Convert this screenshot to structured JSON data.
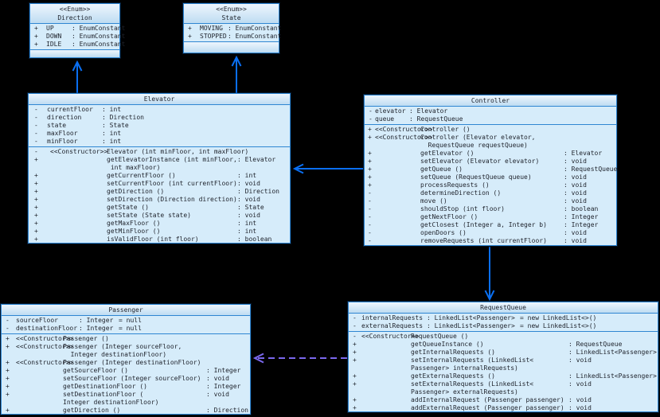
{
  "diagram": {
    "colors": {
      "box_border": "#2f86d2",
      "title_grad_top": "#eef6fd",
      "title_grad_bottom": "#bedcf2",
      "body_bg": "#d6ecfa",
      "text": "#1e222b",
      "solid_arrow": "#0a6ff2",
      "dashed_arrow": "#7b68ee",
      "background": "#000000"
    },
    "classes": {
      "direction": {
        "stereotype": "<<Enum>>",
        "name": "Direction",
        "attributes": [
          {
            "vis": "+",
            "name": "UP",
            "type": ": EnumConstant"
          },
          {
            "vis": "+",
            "name": "DOWN",
            "type": ": EnumConstant"
          },
          {
            "vis": "+",
            "name": "IDLE",
            "type": ": EnumConstant"
          }
        ],
        "methods": []
      },
      "state": {
        "stereotype": "<<Enum>>",
        "name": "State",
        "attributes": [
          {
            "vis": "+",
            "name": "MOVING",
            "type": ": EnumConstant"
          },
          {
            "vis": "+",
            "name": "STOPPED",
            "type": ": EnumConstant"
          }
        ],
        "methods": []
      },
      "elevator": {
        "name": "Elevator",
        "attributes": [
          {
            "vis": "-",
            "name": "currentFloor",
            "type": ": int"
          },
          {
            "vis": "-",
            "name": "direction",
            "type": ": Direction"
          },
          {
            "vis": "-",
            "name": "state",
            "type": ": State"
          },
          {
            "vis": "-",
            "name": "maxFloor",
            "type": ": int"
          },
          {
            "vis": "-",
            "name": "minFloor",
            "type": ": int"
          }
        ],
        "methods": [
          {
            "vis": "-",
            "stereo": "<<Constructor>>",
            "sig": "Elevator (int minFloor, int maxFloor)",
            "ret": ""
          },
          {
            "vis": "+",
            "sig": "getElevatorInstance (int minFloor,\n int maxFloor)",
            "ret": ": Elevator"
          },
          {
            "vis": "+",
            "sig": "getCurrentFloor ()",
            "ret": ": int"
          },
          {
            "vis": "+",
            "sig": "setCurrentFloor (int currentFloor)",
            "ret": ": void"
          },
          {
            "vis": "+",
            "sig": "getDirection ()",
            "ret": ": Direction"
          },
          {
            "vis": "+",
            "sig": "setDirection (Direction direction)",
            "ret": ": void"
          },
          {
            "vis": "+",
            "sig": "getState ()",
            "ret": ": State"
          },
          {
            "vis": "+",
            "sig": "setState (State state)",
            "ret": ": void"
          },
          {
            "vis": "+",
            "sig": "getMaxFloor ()",
            "ret": ": int"
          },
          {
            "vis": "+",
            "sig": "getMinFloor ()",
            "ret": ": int"
          },
          {
            "vis": "+",
            "sig": "isValidFloor (int floor)",
            "ret": ": boolean"
          }
        ]
      },
      "controller": {
        "name": "Controller",
        "attributes": [
          {
            "vis": "-",
            "name": "elevator",
            "type": ": Elevator"
          },
          {
            "vis": "-",
            "name": "queue",
            "type": ": RequestQueue"
          }
        ],
        "methods": [
          {
            "vis": "+",
            "stereo": "<<Constructor>>",
            "sig": "Controller ()",
            "ret": ""
          },
          {
            "vis": "+",
            "stereo": "<<Constructor>>",
            "sig": "Controller (Elevator elevator,\n  RequestQueue requestQueue)",
            "ret": ""
          },
          {
            "vis": "+",
            "sig": "getElevator ()",
            "ret": ": Elevator"
          },
          {
            "vis": "+",
            "sig": "setElevator (Elevator elevator)",
            "ret": ": void"
          },
          {
            "vis": "+",
            "sig": "getQueue ()",
            "ret": ": RequestQueue"
          },
          {
            "vis": "+",
            "sig": "setQueue (RequestQueue queue)",
            "ret": ": void"
          },
          {
            "vis": "+",
            "sig": "processRequests ()",
            "ret": ": void"
          },
          {
            "vis": "-",
            "sig": "determineDirection ()",
            "ret": ": void"
          },
          {
            "vis": "-",
            "sig": "move ()",
            "ret": ": void"
          },
          {
            "vis": "-",
            "sig": "shouldStop (int floor)",
            "ret": ": boolean"
          },
          {
            "vis": "-",
            "sig": "getNextFloor ()",
            "ret": ": Integer"
          },
          {
            "vis": "-",
            "sig": "getClosest (Integer a, Integer b)",
            "ret": ": Integer"
          },
          {
            "vis": "-",
            "sig": "openDoors ()",
            "ret": ": void"
          },
          {
            "vis": "-",
            "sig": "removeRequests (int currentFloor)",
            "ret": ": void"
          }
        ]
      },
      "passenger": {
        "name": "Passenger",
        "attributes": [
          {
            "vis": "-",
            "name": "sourceFloor",
            "type": ": Integer",
            "init": "= null"
          },
          {
            "vis": "-",
            "name": "destinationFloor",
            "type": ": Integer",
            "init": "= null"
          }
        ],
        "methods": [
          {
            "vis": "+",
            "stereo": "<<Constructor>>",
            "sig": "Passenger ()",
            "ret": ""
          },
          {
            "vis": "+",
            "stereo": "<<Constructor>>",
            "sig": "Passenger (Integer sourceFloor,\n  Integer destinationFloor)",
            "ret": ""
          },
          {
            "vis": "+",
            "stereo": "<<Constructor>>",
            "sig": "Passenger (Integer destinationFloor)",
            "ret": ""
          },
          {
            "vis": "+",
            "sig": "getSourceFloor ()",
            "ret": ": Integer"
          },
          {
            "vis": "+",
            "sig": "setSourceFloor (Integer sourceFloor)",
            "ret": ": void"
          },
          {
            "vis": "+",
            "sig": "getDestinationFloor ()",
            "ret": ": Integer"
          },
          {
            "vis": "+",
            "sig": "setDestinationFloor (\nInteger destinationFloor)",
            "ret": ": void"
          },
          {
            "vis": "+",
            "sig": "getDirection ()",
            "ret": ": Direction"
          }
        ]
      },
      "requestqueue": {
        "name": "RequestQueue",
        "attributes": [
          {
            "vis": "-",
            "name": "internalRequests",
            "type": ": LinkedList<Passenger>",
            "init": "= new LinkedList<>()"
          },
          {
            "vis": "-",
            "name": "externalRequests",
            "type": ": LinkedList<Passenger>",
            "init": "= new LinkedList<>()"
          }
        ],
        "methods": [
          {
            "vis": "-",
            "stereo": "<<Constructor>>",
            "sig": "RequestQueue ()",
            "ret": ""
          },
          {
            "vis": "+",
            "sig": "getQueueInstance ()",
            "ret": ": RequestQueue"
          },
          {
            "vis": "+",
            "sig": "getInternalRequests ()",
            "ret": ": LinkedList<Passenger>"
          },
          {
            "vis": "+",
            "sig": "setInternalRequests (LinkedList<\nPassenger> internalRequests)",
            "ret": ": void"
          },
          {
            "vis": "+",
            "sig": "getExternalRequests ()",
            "ret": ": LinkedList<Passenger>"
          },
          {
            "vis": "+",
            "sig": "setExternalRequests (LinkedList<\nPassenger> externalRequests)",
            "ret": ": void"
          },
          {
            "vis": "+",
            "sig": "addInternalRequest (Passenger passenger)",
            "ret": ": void"
          },
          {
            "vis": "+",
            "sig": "addExternalRequest (Passenger passenger)",
            "ret": ": void"
          }
        ]
      }
    },
    "relationships": [
      {
        "from": "Elevator",
        "to": "Direction",
        "style": "solid-arrow"
      },
      {
        "from": "Elevator",
        "to": "State",
        "style": "solid-arrow"
      },
      {
        "from": "Controller",
        "to": "Elevator",
        "style": "solid-arrow"
      },
      {
        "from": "Controller",
        "to": "RequestQueue",
        "style": "solid-arrow"
      },
      {
        "from": "RequestQueue",
        "to": "Passenger",
        "style": "dashed-arrow"
      }
    ]
  }
}
